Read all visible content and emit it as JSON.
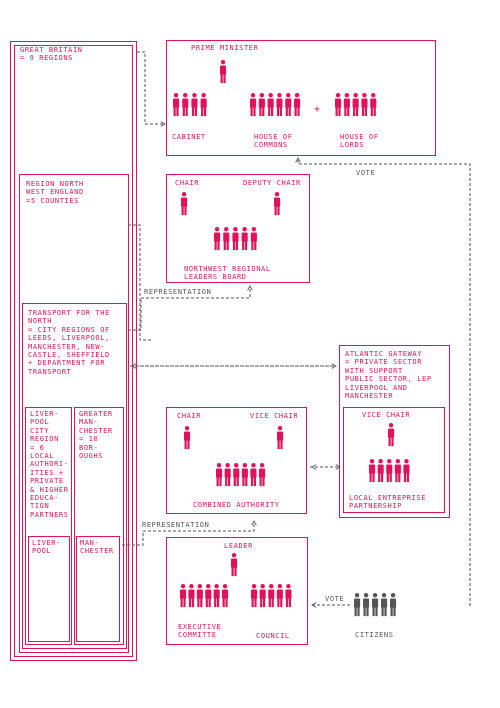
{
  "colors": {
    "accent": "#e0135a",
    "citizen": "#555555",
    "arrow": "#555555"
  },
  "left": {
    "great_britain": "GREAT BRITAIN\n= 9 REGIONS",
    "region_nw": "REGION NORTH\nWEST ENGLAND\n=5 COUNTIES",
    "tfn": "TRANSPORT FOR THE\nNORTH\n= CITY REGIONS OF\nLEEDS, LIVERPOOL,\nMANCHESTER, NEW-\nCASTLE, SHEFFIELD\n+ DEPARTMENT FOR\nTRANSPORT",
    "lcr": "LIVER-\nPOOL\nCITY\nREGION\n= 6\nLOCAL\nAUTHORI-\nITIES +\nPRIVATE\n& HIGHER\nEDUCA-\nTION\nPARTNERS",
    "gm": "GREATER\nMAN-\nCHESTER\n= 10\nBOR-\nOUGHS",
    "liverpool": "LIVER-\nPOOL",
    "manchester": "MAN-\nCHESTER"
  },
  "national": {
    "prime_minister": "PRIME MINISTER",
    "cabinet": "CABINET",
    "commons": "HOUSE OF\nCOMMONS",
    "plus": "+",
    "lords": "HOUSE OF\nLORDS"
  },
  "nw_board": {
    "chair": "CHAIR",
    "deputy_chair": "DEPUTY CHAIR",
    "board": "NORTHWEST REGIONAL\nLEADERS BOARD"
  },
  "atlantic": {
    "text": "ATLANTIC GATEWAY\n= PRIVATE SECTOR\nWITH SUPPORT\nPUBLIC SECTOR, LEP\nLIVERPOOL AND\nMANCHESTER"
  },
  "combined": {
    "chair": "CHAIR",
    "vice_chair": "VICE CHAIR",
    "title": "COMBINED AUTHORITY"
  },
  "lep": {
    "vice_chair": "VICE CHAIR",
    "title": "LOCAL ENTREPRISE\nPARTNERSHIP"
  },
  "council": {
    "leader": "LEADER",
    "exec": "EXECUTIVE\nCOMMITTE",
    "council": "COUNCIL"
  },
  "labels": {
    "vote_top": "VOTE",
    "representation_1": "REPRESENTATION",
    "representation_2": "REPRESENTATION",
    "vote_bottom": "VOTE",
    "citizens": "CITIZENS"
  }
}
